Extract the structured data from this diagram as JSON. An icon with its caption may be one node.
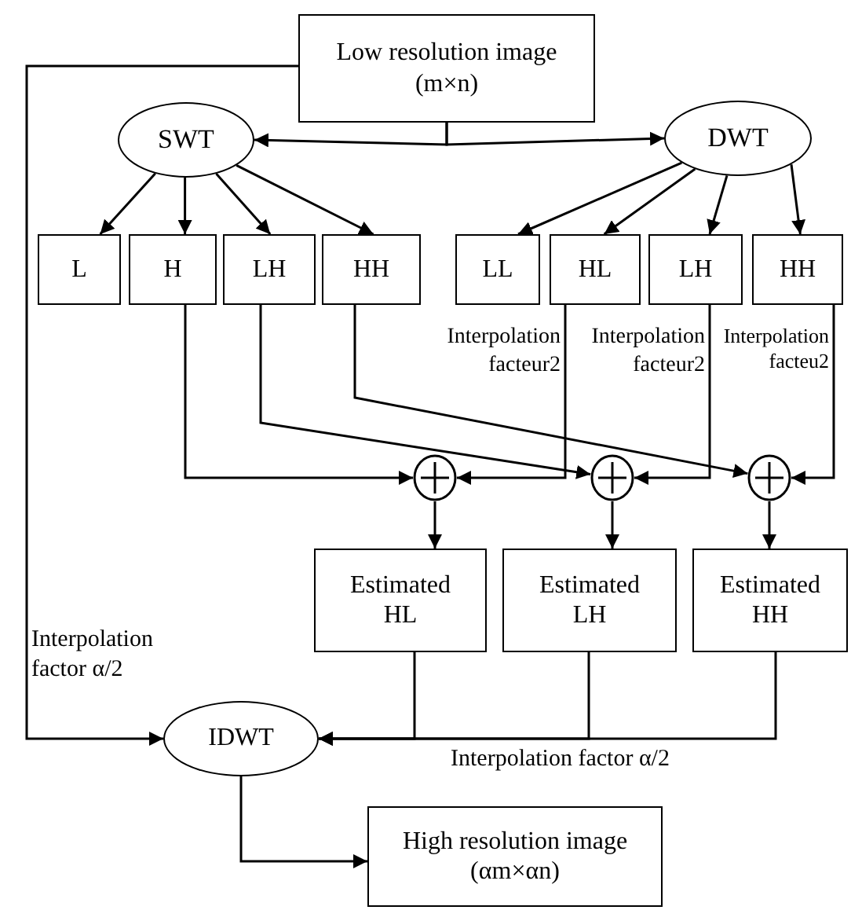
{
  "diagram": {
    "nodes": [
      {
        "text": [
          "Low resolution image (m×n)"
        ]
      },
      {
        "text": [
          "SWT"
        ]
      },
      {
        "text": [
          "DWT"
        ]
      },
      {
        "text": [
          "L"
        ]
      },
      {
        "text": [
          "H"
        ]
      },
      {
        "text": [
          "LH"
        ]
      },
      {
        "text": [
          "HH"
        ]
      },
      {
        "text": [
          "LL"
        ]
      },
      {
        "text": [
          "HL"
        ]
      },
      {
        "text": [
          "LH"
        ]
      },
      {
        "text": [
          "HH"
        ]
      },
      {
        "text": [],
        "shape": "circle"
      },
      {
        "text": [],
        "shape": "circle"
      },
      {
        "text": [],
        "shape": "circle"
      },
      {
        "text": [
          "Estimated HL"
        ]
      },
      {
        "text": [
          "Estimated LH"
        ]
      },
      {
        "text": [
          "Estimated HH"
        ]
      },
      {
        "text": [
          "IDWT"
        ]
      },
      {
        "text": [
          "High resolution image (αm×αn)"
        ]
      }
    ],
    "edges": [
      {
        "from": 0,
        "to": 1,
        "arrow": "to"
      },
      {
        "from": 0,
        "to": 2,
        "arrow": "to"
      },
      {
        "from": 1,
        "to": 3,
        "arrow": "to"
      },
      {
        "from": 1,
        "to": 4,
        "arrow": "to"
      },
      {
        "from": 1,
        "to": 5,
        "arrow": "to"
      },
      {
        "from": 1,
        "to": 6,
        "arrow": "to"
      },
      {
        "from": 2,
        "to": 7,
        "arrow": "to"
      },
      {
        "from": 2,
        "to": 8,
        "arrow": "to"
      },
      {
        "from": 2,
        "to": 9,
        "arrow": "to"
      },
      {
        "from": 2,
        "to": 10,
        "arrow": "to"
      },
      {
        "from": 4,
        "to": 11,
        "arrow": "to"
      },
      {
        "from": 8,
        "to": 11,
        "arrow": "to",
        "label": "Interpolation facteur2"
      },
      {
        "from": 5,
        "to": 12,
        "arrow": "to"
      },
      {
        "from": 6,
        "to": 13,
        "arrow": "to"
      },
      {
        "from": 9,
        "to": 12,
        "arrow": "to",
        "label": "Interpolation facteur2"
      },
      {
        "from": 10,
        "to": 13,
        "arrow": "to",
        "label": "Interpolation facteu2"
      },
      {
        "from": 11,
        "to": 14,
        "arrow": "to"
      },
      {
        "from": 12,
        "to": 15,
        "arrow": "to"
      },
      {
        "from": 13,
        "to": 16,
        "arrow": "to"
      },
      {
        "from": 0,
        "to": 17,
        "arrow": "to",
        "label": "Interpolation factor α/2"
      },
      {
        "from": 14,
        "to": 17,
        "arrow": "to"
      },
      {
        "from": 15,
        "to": 17,
        "arrow": "to"
      },
      {
        "from": 16,
        "to": 17,
        "arrow": "to",
        "label": "Interpolation factor α/2"
      },
      {
        "from": 17,
        "to": 18,
        "arrow": "to"
      }
    ]
  }
}
